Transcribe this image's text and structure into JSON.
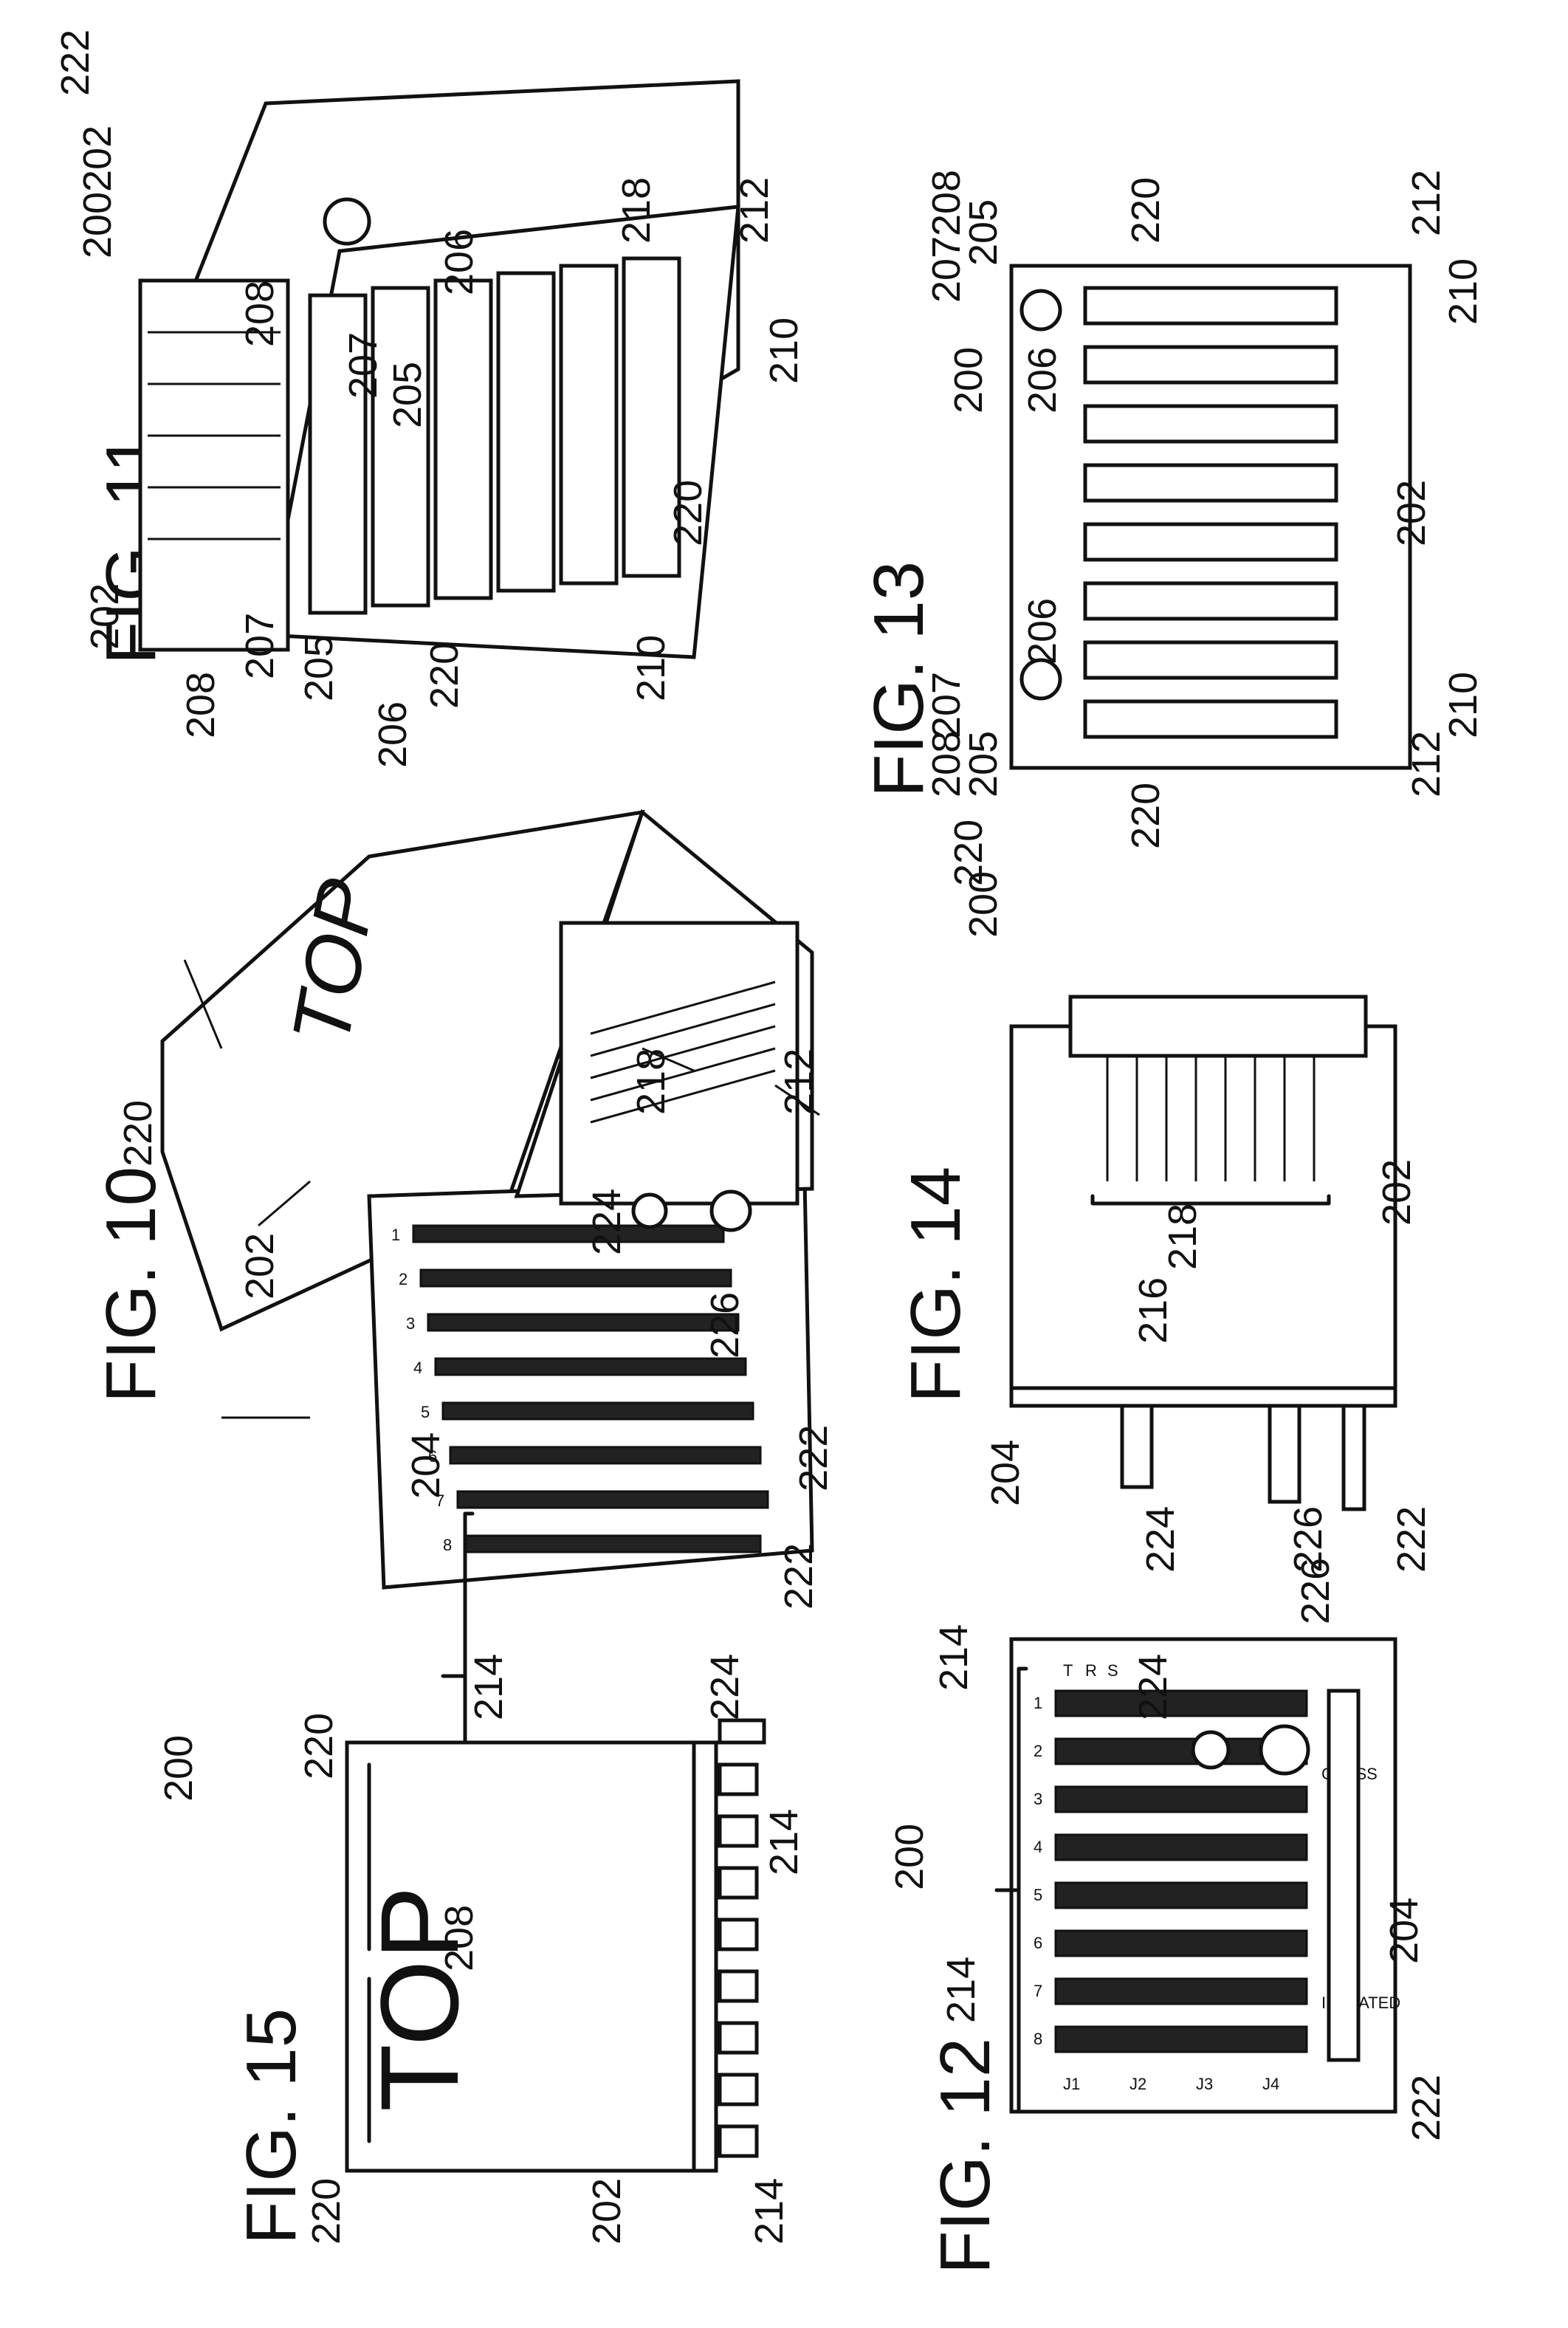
{
  "figures": {
    "fig10": {
      "label": "FIG. 10",
      "refs": [
        "220",
        "202",
        "224",
        "226",
        "222",
        "222",
        "204",
        "214",
        "218",
        "212"
      ],
      "panel_text": "TOP",
      "row_numbers": [
        "1",
        "2",
        "3",
        "4",
        "5",
        "6",
        "7",
        "8"
      ]
    },
    "fig11": {
      "label": "FIG. 11",
      "refs": [
        "200",
        "202",
        "208",
        "207",
        "205",
        "206",
        "220",
        "210",
        "210",
        "220",
        "206",
        "205",
        "207",
        "208",
        "202",
        "218",
        "212",
        "222"
      ]
    },
    "fig12": {
      "label": "FIG. 12",
      "refs": [
        "214",
        "224",
        "226",
        "200",
        "204",
        "222",
        "214"
      ],
      "row_numbers": [
        "1",
        "2",
        "3",
        "4",
        "5",
        "6",
        "7",
        "8"
      ],
      "jack_labels": [
        "J1",
        "J2",
        "J3",
        "J4"
      ],
      "column_labels": [
        "T",
        "R",
        "S"
      ],
      "chassis_label": "CHASS",
      "isolated_label": "ISOLATED"
    },
    "fig13": {
      "label": "FIG. 13",
      "refs": [
        "200",
        "220",
        "205",
        "207",
        "208",
        "212",
        "210",
        "206",
        "202",
        "205",
        "207",
        "208",
        "212",
        "210",
        "220",
        "206"
      ]
    },
    "fig14": {
      "label": "FIG. 14",
      "refs": [
        "200",
        "220",
        "218",
        "216",
        "202",
        "204",
        "224",
        "226",
        "222"
      ]
    },
    "fig15": {
      "label": "FIG. 15",
      "refs": [
        "200",
        "220",
        "208",
        "220",
        "202",
        "214",
        "214",
        "224"
      ],
      "panel_text": "TOP"
    }
  }
}
